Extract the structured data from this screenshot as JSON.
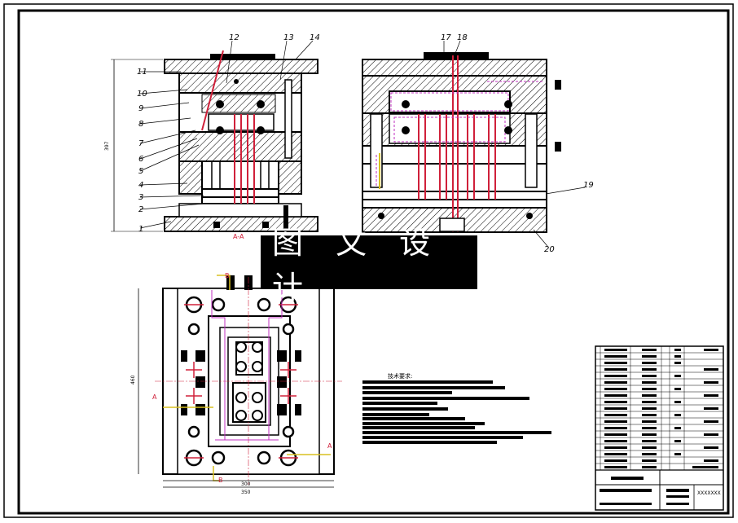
{
  "part_labels": [
    "1",
    "2",
    "3",
    "4",
    "5",
    "6",
    "7",
    "8",
    "9",
    "10",
    "11",
    "12",
    "13",
    "14",
    "17",
    "18",
    "19",
    "20"
  ],
  "section_label": "A-A",
  "section_marks": {
    "a_left": "A",
    "a_right": "A",
    "b_top": "B",
    "b_bottom": "B"
  },
  "tech_title": "技术要求:",
  "banner_text": "图 文 设 计",
  "title_block": {
    "drawing_no": "XXXXXXX"
  },
  "colors": {
    "line": "#000000",
    "accent": "#d0203a",
    "magenta": "#c030c0",
    "yellow": "#d8c020",
    "hatch": "#000000"
  }
}
